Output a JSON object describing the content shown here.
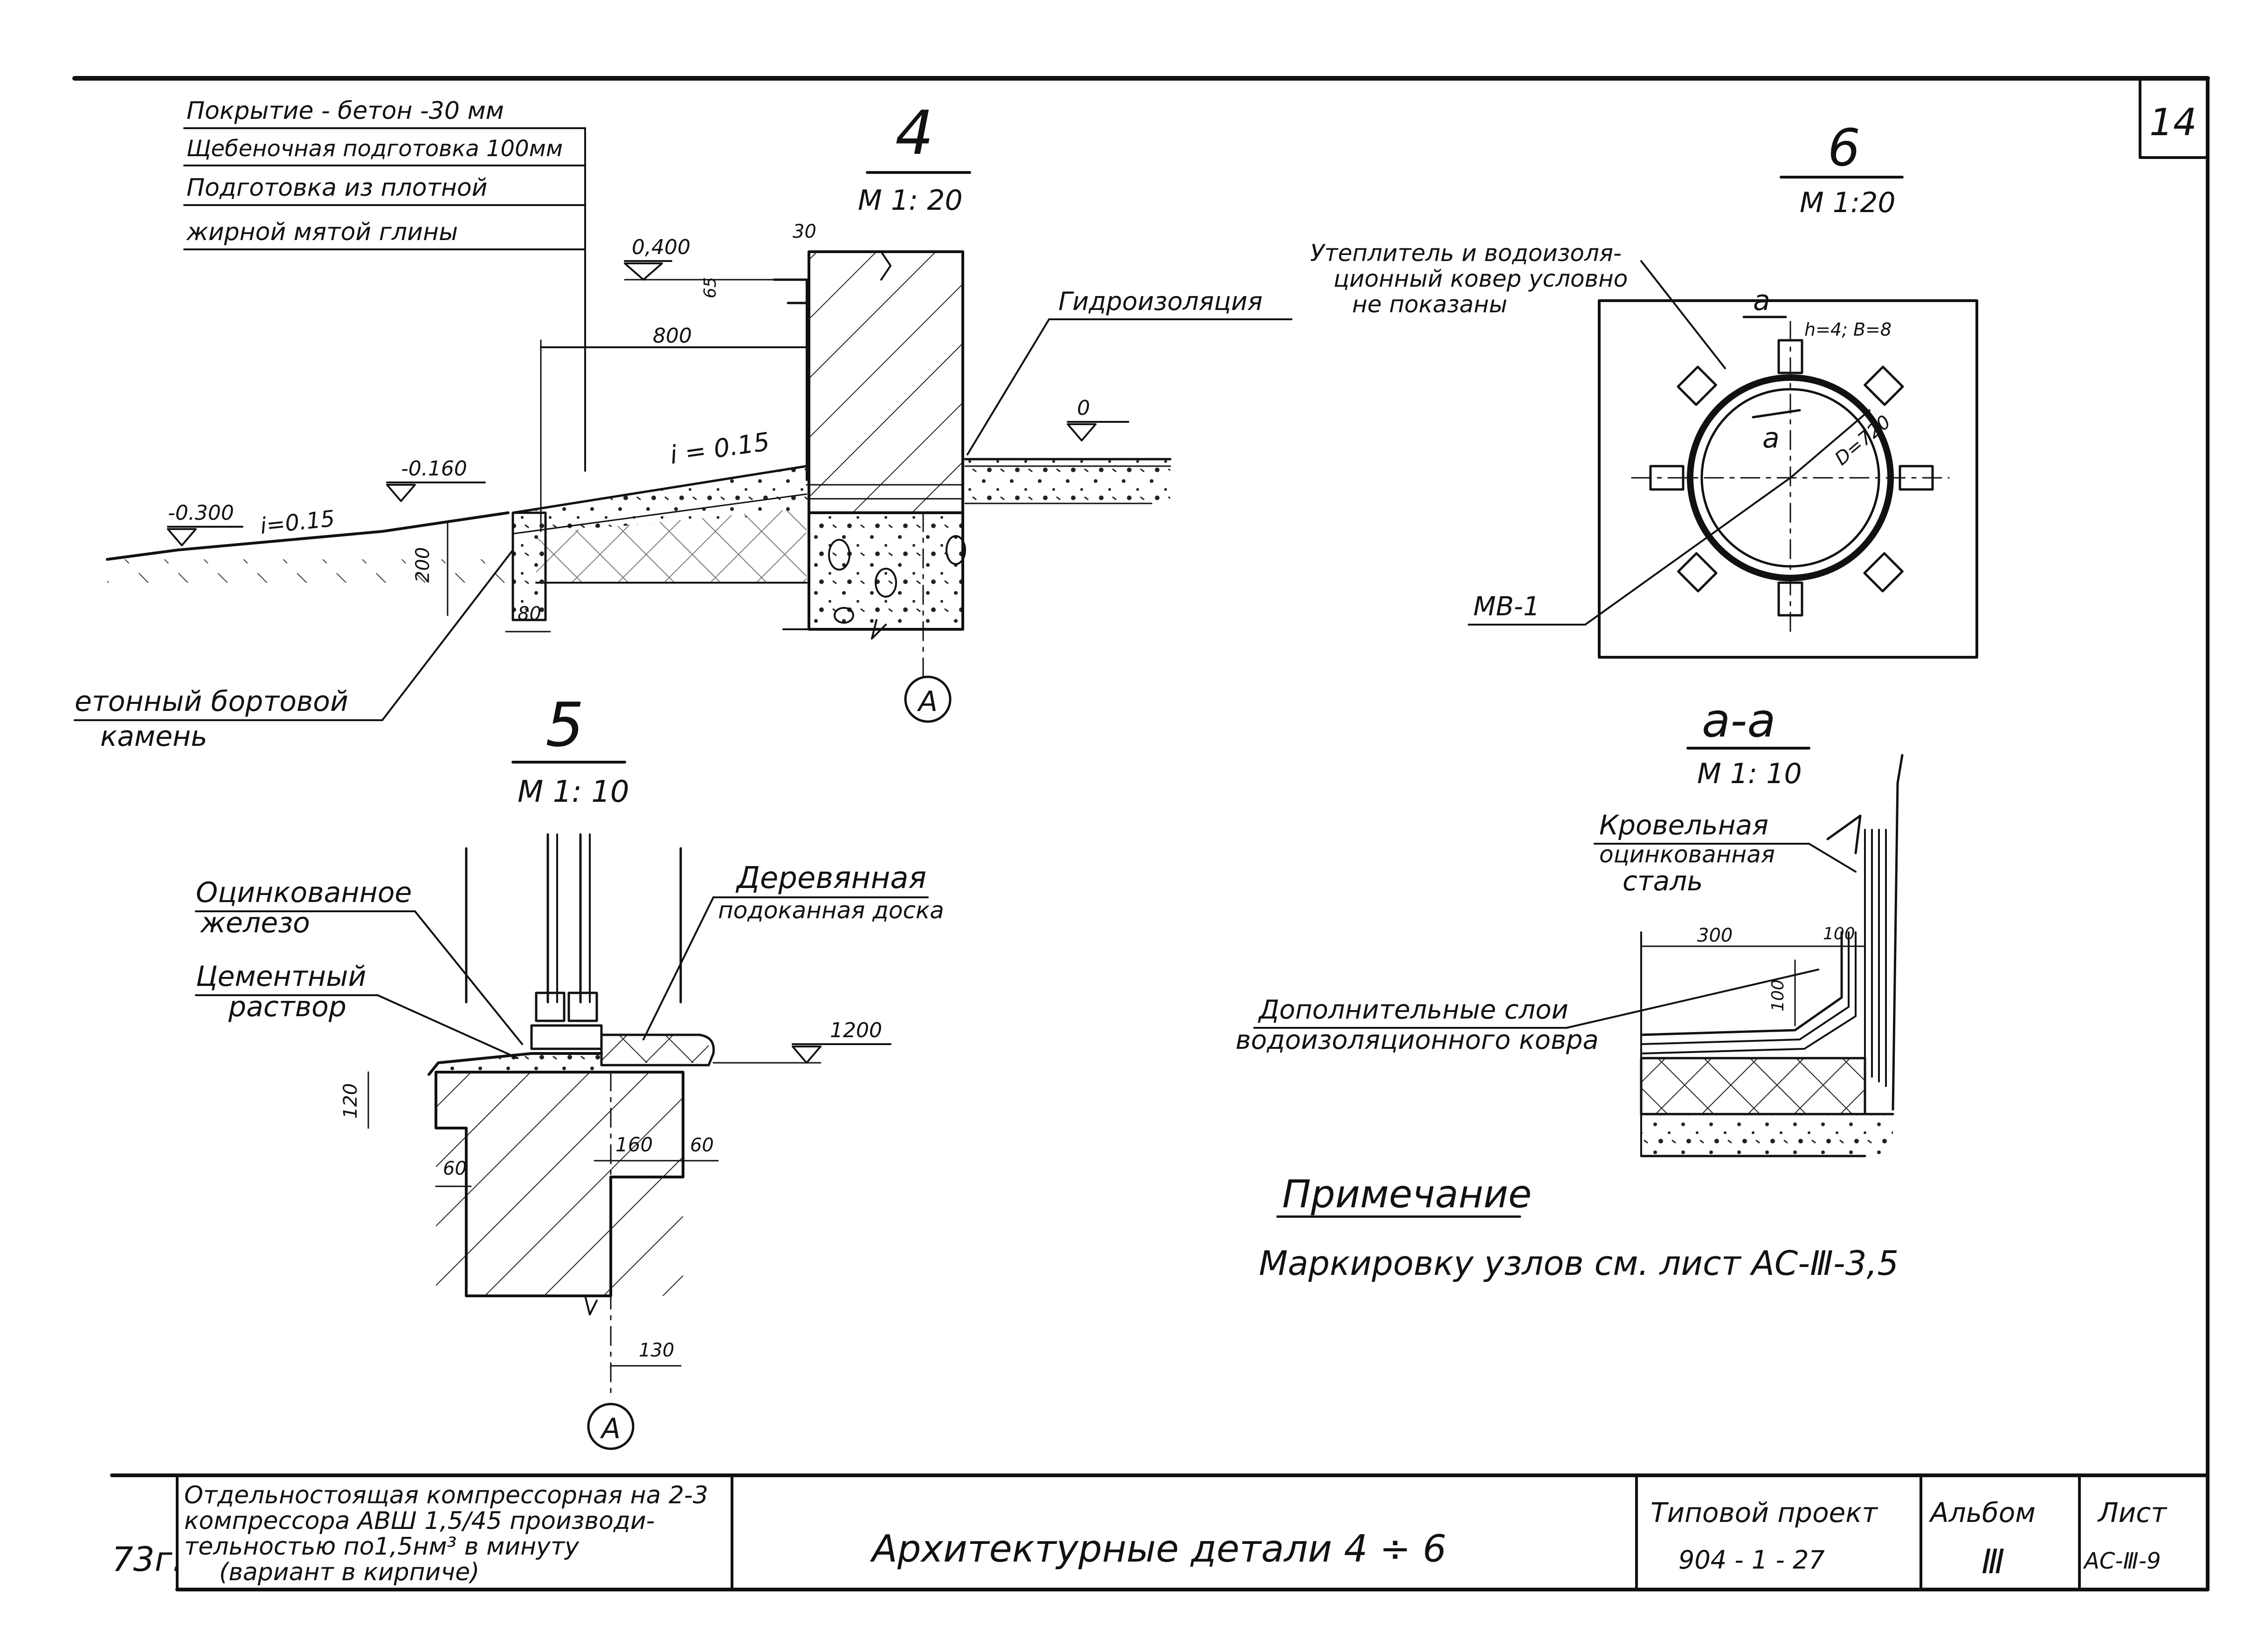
{
  "sheet_number": "14",
  "detail4": {
    "label": "4",
    "scale": "М 1: 20",
    "layers": [
      "Покрытие - бетон -30 мм",
      "Щебеночная подготовка 100мм",
      "Подготовка из плотной",
      "жирной мятой глины"
    ],
    "waterproofing": "Гидроизоляция",
    "curb": [
      "етонный бортовой",
      "камень"
    ],
    "slope_main": "i = 0.15",
    "slope_curb": "i=0.15",
    "marks": [
      "0,400",
      "-0.160",
      "-0.300",
      "0"
    ],
    "dims": [
      "30",
      "65",
      "800",
      "200",
      "80"
    ],
    "axis": "А"
  },
  "detail6": {
    "label": "6",
    "scale": "М 1:20",
    "note": [
      "Утеплитель и водоизоля-",
      "ционный ковер условно",
      "не показаны"
    ],
    "section_mark": "а",
    "bolt": "h=4; B=8",
    "diameter": "D=720",
    "item": "МВ-1"
  },
  "detail5": {
    "label": "5",
    "scale": "М 1: 10",
    "galvanized": [
      "Оцинкованное",
      "железо"
    ],
    "mortar": [
      "Цементный",
      "раствор"
    ],
    "board": [
      "Деревянная",
      "подоканная доска"
    ],
    "mark": "1200",
    "dims": [
      "120",
      "60",
      "160",
      "60",
      "130"
    ],
    "axis": "А"
  },
  "section_aa": {
    "label": "а-а",
    "scale": "М 1: 10",
    "steel": [
      "Кровельная",
      "оцинкованная",
      "сталь"
    ],
    "layers": [
      "Дополнительные слои",
      "водоизоляционного ковра"
    ],
    "dims": [
      "300",
      "100",
      "100"
    ]
  },
  "note": {
    "title": "Примечание",
    "text": "Маркировку узлов см. лист АС-Ⅲ-3,5"
  },
  "title_block": {
    "year": "73г.",
    "project_desc": [
      "Отдельностоящая компрессорная на 2-3",
      "компрессора АВШ 1,5/45 производи-",
      "тельностью по1,5нм³   в минуту",
      "(вариант в кирпиче)"
    ],
    "drawing_title": "Архитектурные детали   4 ÷ 6",
    "project_label": "Типовой проект",
    "project_number": "904 - 1 - 27",
    "album_label": "Альбом",
    "album_number": "Ⅲ",
    "sheet_label": "Лист",
    "sheet_code": "АС-Ⅲ-9"
  }
}
